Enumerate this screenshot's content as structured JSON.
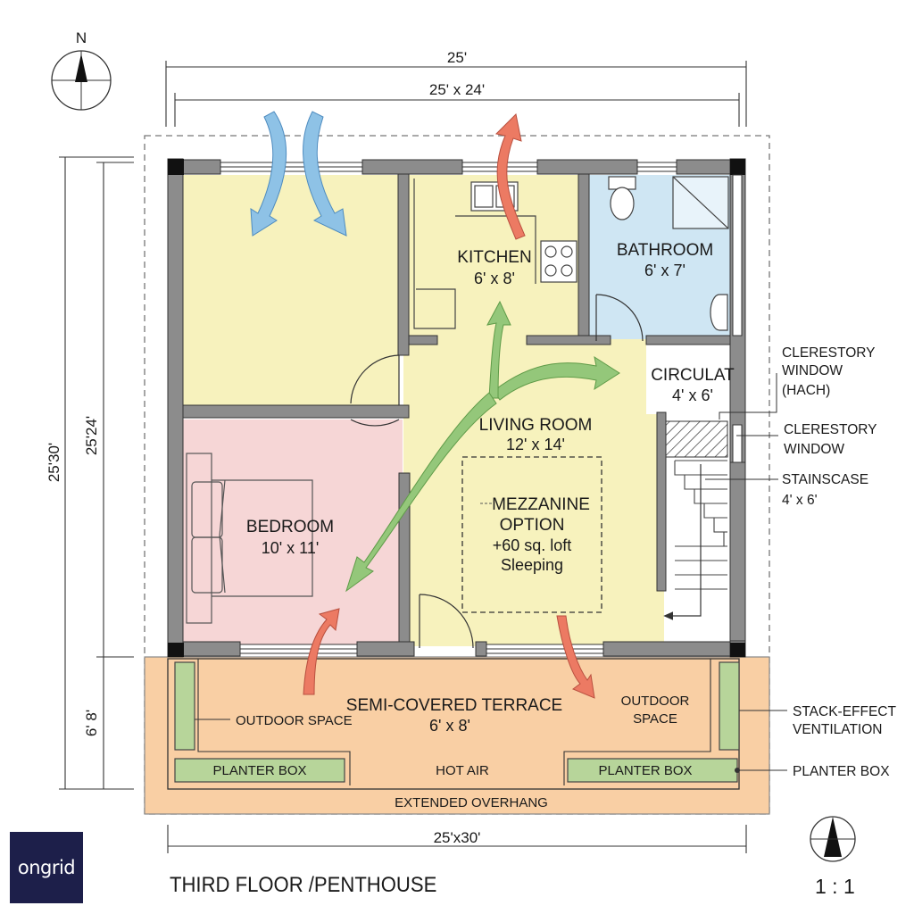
{
  "north_label": "N",
  "dimensions": {
    "top_outer": "25'",
    "top_inner": "25' x 24'",
    "left_outer": "25'30'",
    "left_inner": "25'24'",
    "left_terrace": "6' 8'",
    "bottom": "25'x30'"
  },
  "rooms": {
    "kitchen": {
      "name": "KITCHEN",
      "dims": "6' x 8'"
    },
    "bathroom": {
      "name": "BATHROOM",
      "dims": "6' x 7'"
    },
    "circulation": {
      "name": "CIRCULAT",
      "dims": "4' x 6'"
    },
    "living": {
      "name": "LIVING ROOM",
      "dims": "12' x 14'"
    },
    "bedroom": {
      "name": "BEDROOM",
      "dims": "10' x 11'"
    },
    "mezzanine": {
      "line1": "MEZZANINE",
      "line2": "OPTION",
      "line3": "+60 sq. loft",
      "line4": "Sleeping"
    },
    "terrace": {
      "name": "SEMI-COVERED TERRACE",
      "dims": "6' x 8'"
    }
  },
  "terrace_labels": {
    "outdoor_left": "OUTDOOR SPACE",
    "outdoor_right_1": "OUTDOOR",
    "outdoor_right_2": "SPACE",
    "planter_left": "PLANTER BOX",
    "planter_right": "PLANTER BOX",
    "hot_air": "HOT AIR",
    "overhang": "EXTENDED OVERHANG"
  },
  "annotations": {
    "clerestory_hatch_1": "CLERESTORY",
    "clerestory_hatch_2": "WINDOW",
    "clerestory_hatch_3": "(HACH)",
    "clerestory_1": "CLERESTORY",
    "clerestory_2": "WINDOW",
    "staircase_1": "STAINSCASE",
    "staircase_2": "4' x 6'",
    "stack_1": "STACK-EFFECT",
    "stack_2": "VENTILATION",
    "planter": "PLANTER BOX"
  },
  "logo_text": "ongrid",
  "floor_title": "THIRD FLOOR /PENTHOUSE",
  "scale": "1 : 1",
  "colors": {
    "wall": "#8c8c8c",
    "yellow_room": "#f7f2bd",
    "bathroom": "#cfe6f3",
    "bedroom": "#f6d6d6",
    "terrace": "#f9cfa4",
    "planter": "#b7d59a",
    "arrow_blue": "#8ec2e6",
    "arrow_red": "#ec7a63",
    "arrow_green": "#94c77a"
  }
}
